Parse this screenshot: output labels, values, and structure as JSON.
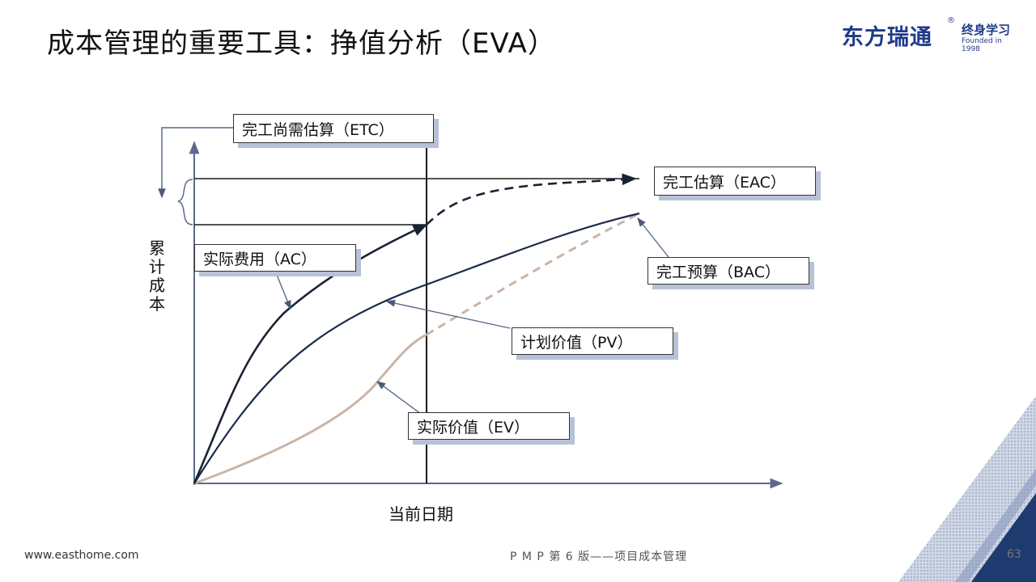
{
  "title": "成本管理的重要工具：挣值分析（EVA）",
  "logo": {
    "main": "东方瑞通",
    "registered": "®",
    "sub": "终身学习",
    "founded": "Founded in 1998"
  },
  "labels": {
    "etc": "完工尚需估算（ETC）",
    "eac": "完工估算（EAC）",
    "ac": "实际费用（AC）",
    "bac": "完工预算（BAC）",
    "pv": "计划价值（PV）",
    "ev": "实际价值（EV）"
  },
  "axes": {
    "y": "累计成本",
    "x": "当前日期"
  },
  "footer": {
    "website": "www.easthome.com",
    "center": "P M P 第 6 版——项目成本管理",
    "page": "63"
  },
  "colors": {
    "ac_line": "#1a2235",
    "pv_line": "#1a2a4a",
    "ev_line": "#c9b4a6",
    "axis": "#5a6a8a",
    "box_shadow": "#b8c2d6",
    "corner_accent": "#1f3a6e"
  }
}
